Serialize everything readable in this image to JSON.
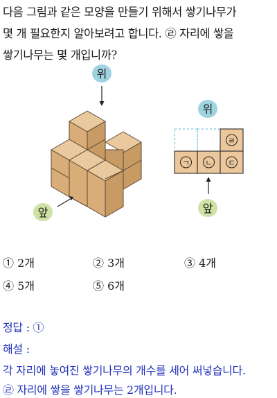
{
  "question": {
    "line1": "다음 그림과 같은 모양을 만들기 위해서 쌓기나무가",
    "line2": "몇 개 필요한지 알아보려고 합니다. ㉣ 자리에 쌓을",
    "line3": "쌓기나무는 몇 개입니까?"
  },
  "figure": {
    "top_label": "위",
    "front_label": "앞",
    "grid_top_label": "위",
    "grid_front_label": "앞",
    "cells": {
      "giyeok": "ㄱ",
      "nieun": "ㄴ",
      "digeut": "ㄷ",
      "rieul": "ㄹ"
    },
    "colors": {
      "label_bubble": "#9fd3e0",
      "front_bubble": "#cfe2a3",
      "cube_top": "#e9c99d",
      "cube_left": "#d9ad78",
      "cube_right": "#c99b64",
      "cell": "#ebc79b",
      "dashed": "#5ab4d6"
    }
  },
  "choices": [
    {
      "num": "①",
      "text": "2개"
    },
    {
      "num": "②",
      "text": "3개"
    },
    {
      "num": "③",
      "text": "4개"
    },
    {
      "num": "④",
      "text": "5개"
    },
    {
      "num": "⑤",
      "text": "6개"
    }
  ],
  "solution": {
    "answer_label": "정답 :",
    "answer_value": "①",
    "explain_label": "해설 :",
    "explain_line1": "각 자리에 놓여진 쌓기나무의 개수를 세어 써넣습니다.",
    "explain_line2": "㉣ 자리에 쌓을 쌓기나무는 2개입니다."
  }
}
